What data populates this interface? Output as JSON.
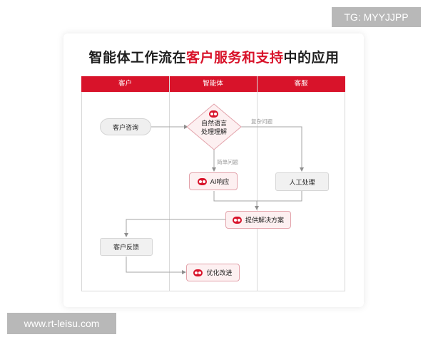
{
  "title": {
    "part1": "智能体工作流在",
    "part2": "客户服务和支持",
    "part3": "中的应用"
  },
  "lanes": [
    "客户",
    "智能体",
    "客服"
  ],
  "nodes": {
    "inquiry": "客户咨询",
    "nlp_line1": "自然语言",
    "nlp_line2": "处理理解",
    "ai_response": "AI响应",
    "human": "人工处理",
    "solution": "提供解决方案",
    "feedback": "客户反馈",
    "optimize": "优化改进"
  },
  "edge_labels": {
    "complex": "复杂问题",
    "simple": "简单问题"
  },
  "watermarks": {
    "top": "TG: MYYJJPP",
    "bottom": "www.rt-leisu.com"
  },
  "colors": {
    "accent": "#d8132a",
    "node_bg_red": "#fdf0f1",
    "node_bg_gray": "#f1f1f1"
  },
  "icons": {
    "agent": "robot-icon"
  }
}
